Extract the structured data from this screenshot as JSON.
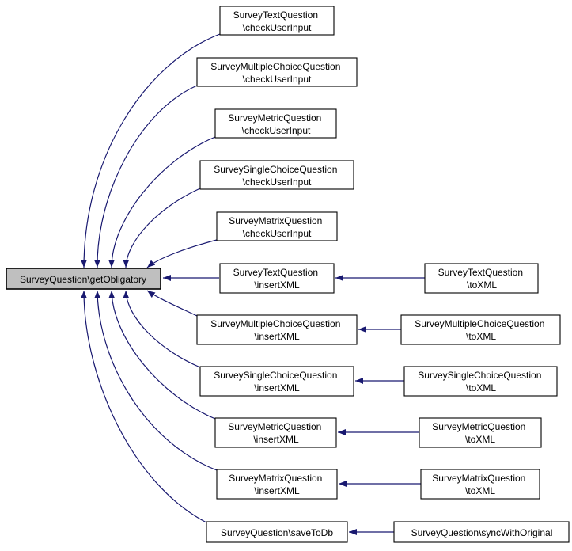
{
  "diagram": {
    "type": "call-graph",
    "colors": {
      "edge": "#191970",
      "node_border": "#000000",
      "node_fill": "#ffffff",
      "highlight_fill": "#bfbfbf",
      "background": "#ffffff"
    },
    "nodes": [
      {
        "id": "get-obligatory",
        "lines": [
          "SurveyQuestion\\getObligatory"
        ],
        "highlighted": true
      },
      {
        "id": "text-check-user-input",
        "lines": [
          "SurveyTextQuestion",
          "\\checkUserInput"
        ]
      },
      {
        "id": "multi-check-user-input",
        "lines": [
          "SurveyMultipleChoiceQuestion",
          "\\checkUserInput"
        ]
      },
      {
        "id": "metric-check-user-input",
        "lines": [
          "SurveyMetricQuestion",
          "\\checkUserInput"
        ]
      },
      {
        "id": "single-check-user-input",
        "lines": [
          "SurveySingleChoiceQuestion",
          "\\checkUserInput"
        ]
      },
      {
        "id": "matrix-check-user-input",
        "lines": [
          "SurveyMatrixQuestion",
          "\\checkUserInput"
        ]
      },
      {
        "id": "text-insert-xml",
        "lines": [
          "SurveyTextQuestion",
          "\\insertXML"
        ]
      },
      {
        "id": "text-to-xml",
        "lines": [
          "SurveyTextQuestion",
          "\\toXML"
        ]
      },
      {
        "id": "multi-insert-xml",
        "lines": [
          "SurveyMultipleChoiceQuestion",
          "\\insertXML"
        ]
      },
      {
        "id": "multi-to-xml",
        "lines": [
          "SurveyMultipleChoiceQuestion",
          "\\toXML"
        ]
      },
      {
        "id": "single-insert-xml",
        "lines": [
          "SurveySingleChoiceQuestion",
          "\\insertXML"
        ]
      },
      {
        "id": "single-to-xml",
        "lines": [
          "SurveySingleChoiceQuestion",
          "\\toXML"
        ]
      },
      {
        "id": "metric-insert-xml",
        "lines": [
          "SurveyMetricQuestion",
          "\\insertXML"
        ]
      },
      {
        "id": "metric-to-xml",
        "lines": [
          "SurveyMetricQuestion",
          "\\toXML"
        ]
      },
      {
        "id": "matrix-insert-xml",
        "lines": [
          "SurveyMatrixQuestion",
          "\\insertXML"
        ]
      },
      {
        "id": "matrix-to-xml",
        "lines": [
          "SurveyMatrixQuestion",
          "\\toXML"
        ]
      },
      {
        "id": "save-to-db",
        "lines": [
          "SurveyQuestion\\saveToDb"
        ]
      },
      {
        "id": "sync-with-original",
        "lines": [
          "SurveyQuestion\\syncWithOriginal"
        ]
      }
    ],
    "edges": [
      {
        "from": "text-check-user-input",
        "to": "get-obligatory"
      },
      {
        "from": "multi-check-user-input",
        "to": "get-obligatory"
      },
      {
        "from": "metric-check-user-input",
        "to": "get-obligatory"
      },
      {
        "from": "single-check-user-input",
        "to": "get-obligatory"
      },
      {
        "from": "matrix-check-user-input",
        "to": "get-obligatory"
      },
      {
        "from": "text-insert-xml",
        "to": "get-obligatory"
      },
      {
        "from": "multi-insert-xml",
        "to": "get-obligatory"
      },
      {
        "from": "single-insert-xml",
        "to": "get-obligatory"
      },
      {
        "from": "metric-insert-xml",
        "to": "get-obligatory"
      },
      {
        "from": "matrix-insert-xml",
        "to": "get-obligatory"
      },
      {
        "from": "save-to-db",
        "to": "get-obligatory"
      },
      {
        "from": "text-to-xml",
        "to": "text-insert-xml"
      },
      {
        "from": "multi-to-xml",
        "to": "multi-insert-xml"
      },
      {
        "from": "single-to-xml",
        "to": "single-insert-xml"
      },
      {
        "from": "metric-to-xml",
        "to": "metric-insert-xml"
      },
      {
        "from": "matrix-to-xml",
        "to": "matrix-insert-xml"
      },
      {
        "from": "sync-with-original",
        "to": "save-to-db"
      }
    ]
  }
}
